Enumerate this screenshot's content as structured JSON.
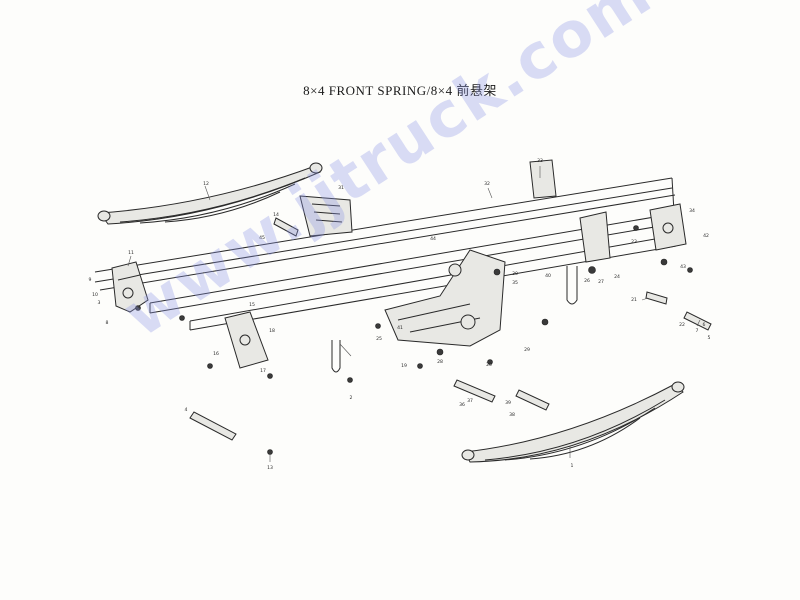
{
  "page": {
    "title": "8×4 FRONT SPRING/8×4 前悬架",
    "watermark": "www.jjtruck.com"
  },
  "callouts": {
    "c1": "1",
    "c2": "2",
    "c3": "3",
    "c4": "4",
    "c5": "5",
    "c6": "6",
    "c7": "7",
    "c8": "8",
    "c9": "9",
    "c10": "10",
    "c11": "11",
    "c12": "12",
    "c13": "13",
    "c14": "14",
    "c15": "15",
    "c16": "16",
    "c17": "17",
    "c18": "18",
    "c19": "19",
    "c20": "20",
    "c21": "21",
    "c22": "22",
    "c23": "23",
    "c24": "24",
    "c25": "25",
    "c26": "26",
    "c27": "27",
    "c28": "28",
    "c29": "29",
    "c30": "30",
    "c31": "31",
    "c32": "32",
    "c33": "33",
    "c34": "34",
    "c35": "35",
    "c36": "36",
    "c37": "37",
    "c38": "38",
    "c39": "39",
    "c40": "40",
    "c41": "41",
    "c42": "42",
    "c43": "43",
    "c44": "44",
    "c45": "45"
  }
}
